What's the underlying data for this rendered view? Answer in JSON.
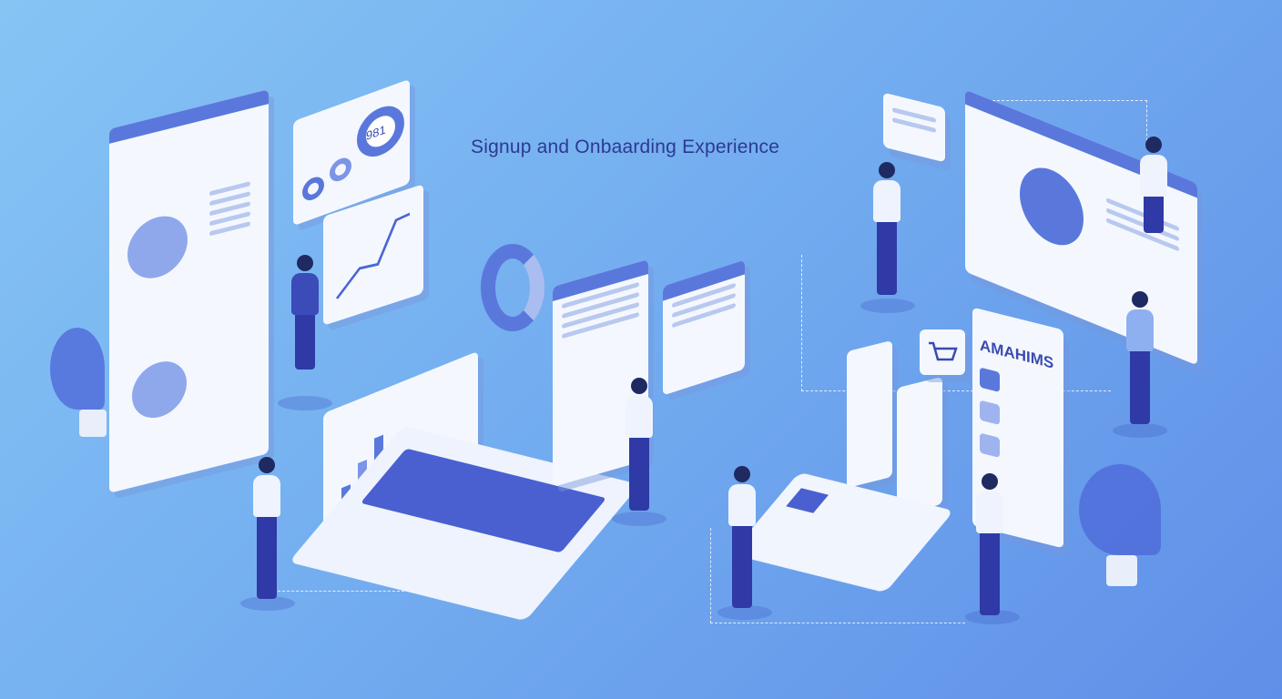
{
  "title": "Signup and Onbaarding Experience",
  "dashboard_card": {
    "value": "981"
  },
  "checklist_panel": {
    "heading": "AMAHIMS"
  },
  "colors": {
    "background": "#74aef0",
    "accent": "#5a78dc",
    "title": "#2b3a92",
    "figure_pants": "#2f3aa6"
  }
}
